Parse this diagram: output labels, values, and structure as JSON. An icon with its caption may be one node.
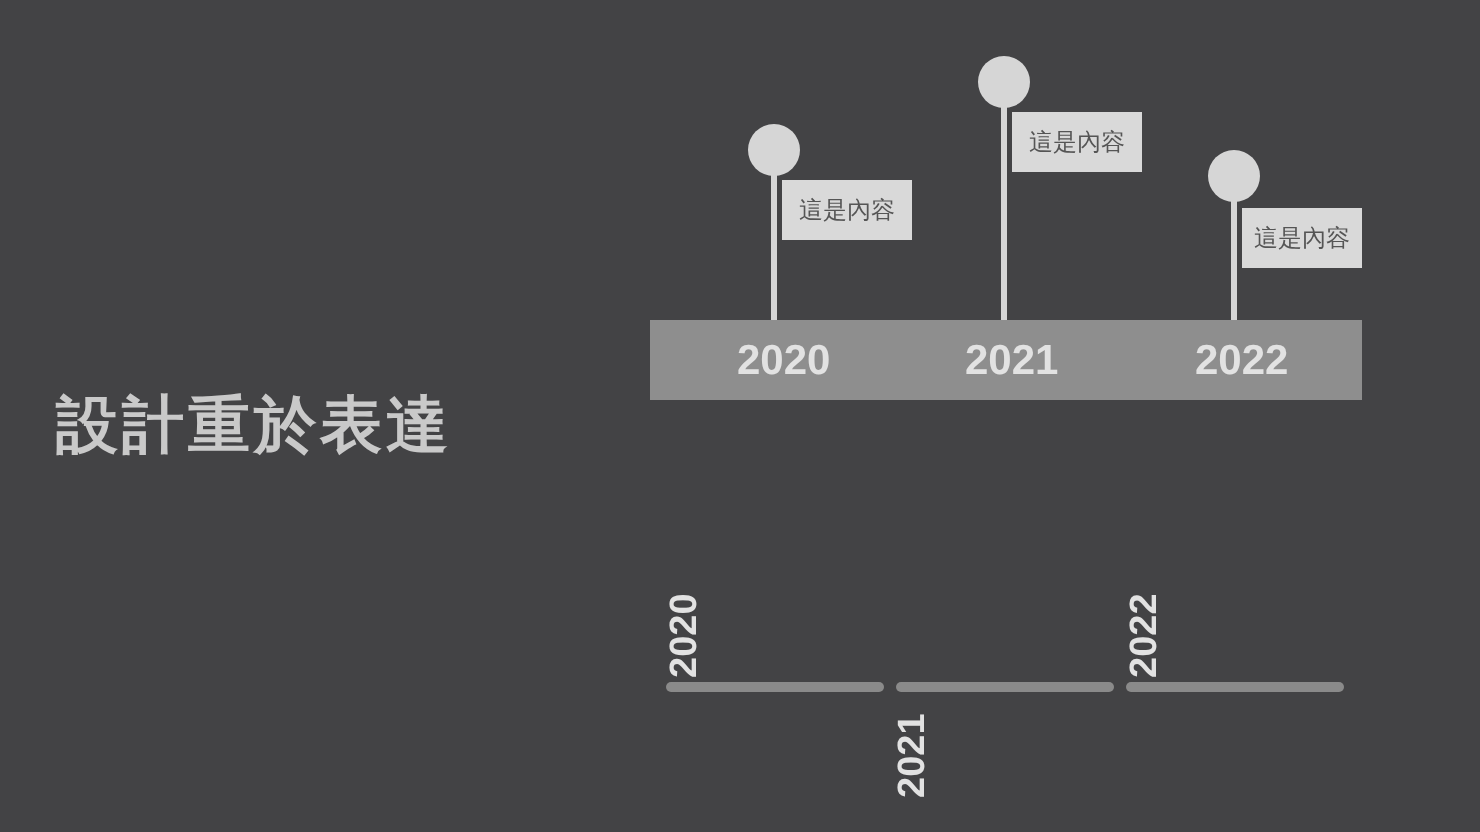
{
  "diagram": {
    "title": "設計重於表達",
    "labels": [
      "這是內容",
      "這是內容",
      "這是內容",
      "2020",
      "2021",
      "2022",
      "2020",
      "2021",
      "2022"
    ]
  }
}
